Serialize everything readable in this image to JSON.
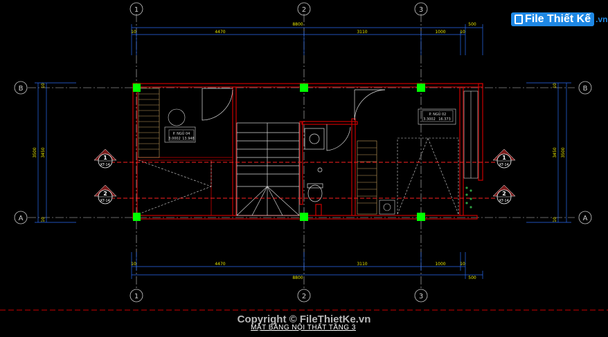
{
  "brand": {
    "name": "File Thiết Kế",
    "domain": ".vn"
  },
  "watermark": "Copyright © FileThietKe.vn",
  "drawing_title": "MẶT BẰNG NỘI THẤT TẦNG 3",
  "grid_axes": {
    "vertical": [
      "1",
      "2",
      "3"
    ],
    "horizontal": [
      "B",
      "A"
    ]
  },
  "dimensions": {
    "top_total": "8800",
    "top_overhang": "500",
    "top_segments": [
      "10",
      "4470",
      "3110",
      "1000",
      "10"
    ],
    "bottom_total": "8800",
    "bottom_overhang": "500",
    "bottom_segments": [
      "10",
      "4470",
      "3110",
      "1000",
      "10"
    ],
    "left_outer": "3500",
    "left_inner": "3450",
    "left_small": [
      "10",
      "10"
    ],
    "right_outer": "3500",
    "right_inner": "3450",
    "right_small": [
      "10",
      "10"
    ]
  },
  "rooms": [
    {
      "name": "P. NGỦ 04",
      "info_left": "3.0002",
      "info_right": "13.948"
    },
    {
      "name": "P. NGỦ 02",
      "info_left": "3.3002",
      "info_right": "16.373"
    }
  ],
  "section_marks": [
    {
      "number": "1",
      "sheet": "KT-14"
    },
    {
      "number": "2",
      "sheet": "KT-14"
    }
  ],
  "colors": {
    "wall": "#cc0000",
    "column": "#00ff00",
    "axis": "#d0d0d0",
    "dimension": "#e6e600",
    "section_line": "#ff2020",
    "background": "#000000"
  }
}
